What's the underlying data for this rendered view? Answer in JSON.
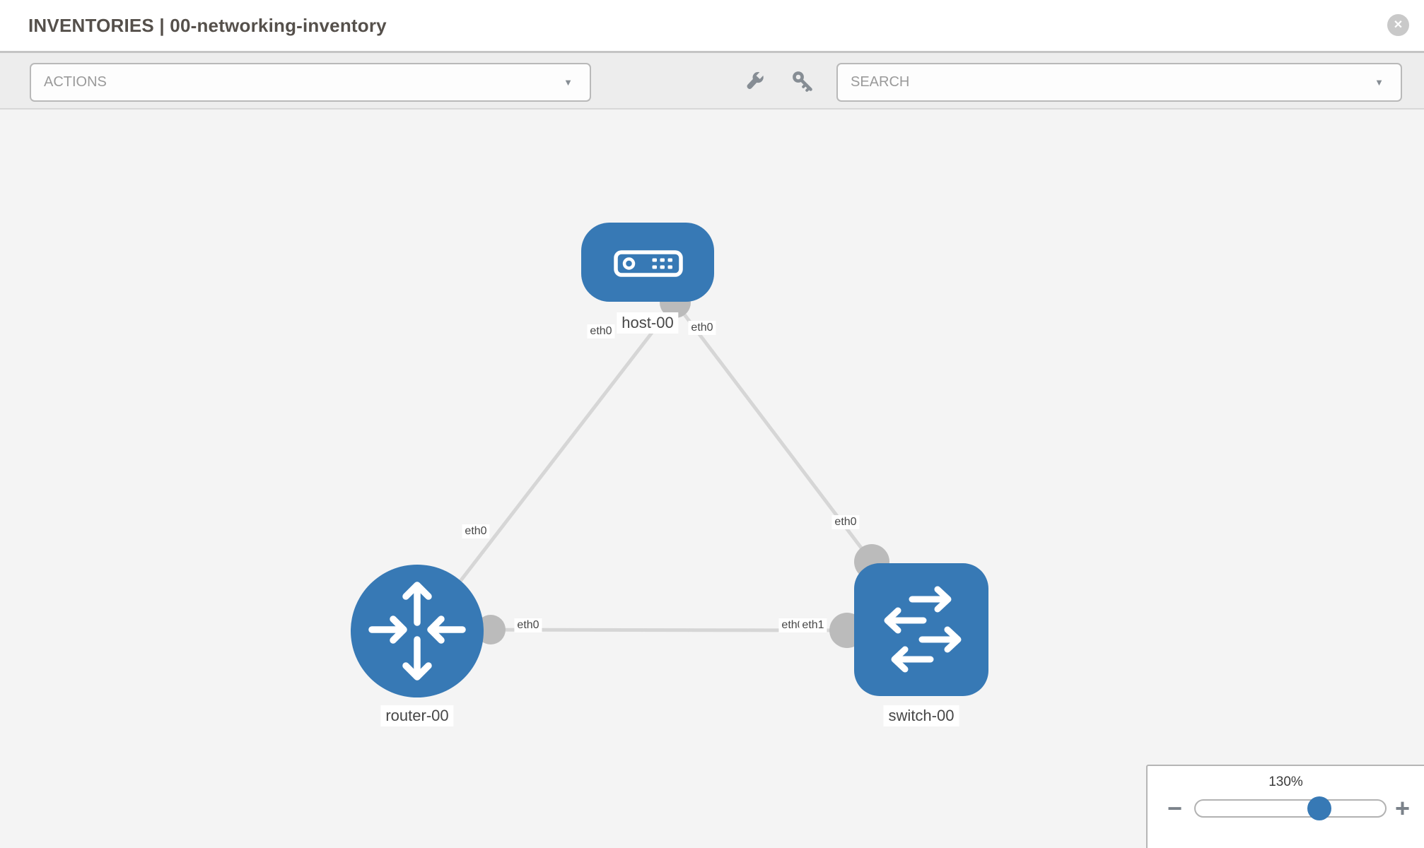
{
  "header": {
    "title": "INVENTORIES | 00-networking-inventory",
    "close_glyph": "✕"
  },
  "toolbar": {
    "actions": {
      "placeholder": "ACTIONS",
      "caret_glyph": "▼"
    },
    "search": {
      "placeholder": "SEARCH",
      "caret_glyph": "▼"
    },
    "tools": [
      {
        "icon": "wrench-icon"
      },
      {
        "icon": "key-icon"
      }
    ]
  },
  "topology": {
    "nodes": [
      {
        "label": "host-00",
        "type": "host",
        "icon": "host-icon"
      },
      {
        "label": "router-00",
        "type": "router",
        "icon": "router-icon"
      },
      {
        "label": "switch-00",
        "type": "switch",
        "icon": "switch-icon"
      }
    ],
    "links": [
      {
        "from": "host-00",
        "to": "router-00",
        "from_interface": "eth0",
        "to_interface": "eth0"
      },
      {
        "from": "host-00",
        "to": "switch-00",
        "from_interface": "eth0",
        "to_interface": "eth0"
      },
      {
        "from": "router-00",
        "to": "switch-00",
        "from_interface": "eth0",
        "to_interface": "eth1"
      }
    ],
    "interface_labels": [
      {
        "label": "eth0"
      },
      {
        "label": "eth0"
      },
      {
        "label": "eth0"
      },
      {
        "label": "eth0"
      },
      {
        "label": "eth0"
      },
      {
        "label": "eth0"
      },
      {
        "label": "eth1"
      }
    ]
  },
  "zoom_control": {
    "level": "130%",
    "minus_glyph": "−",
    "plus_glyph": "+"
  },
  "colors": {
    "node_blue": "#3779b5",
    "link_gray": "#d6d6d6",
    "interface_gray": "#bbbbbb",
    "canvas_bg": "#f4f4f4",
    "toolbar_bg": "#ededed",
    "slider_thumb_blue": "#3779b5"
  }
}
